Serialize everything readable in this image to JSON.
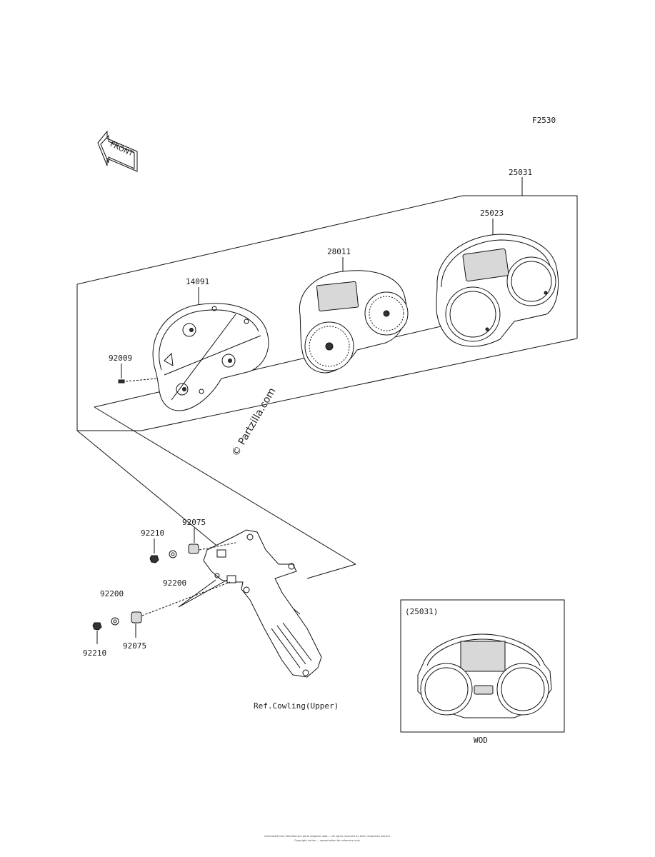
{
  "diagram_code": "F2530",
  "front_label": "FRONT",
  "watermark": "© Partzilla.com",
  "parts": {
    "assembly": "25031",
    "case": "25023",
    "meter_unit": "28011",
    "lower_case": "14091",
    "screw": "92009",
    "nut_a": "92210",
    "collar_a": "92075",
    "damper": "92200",
    "bracket_label": "92200",
    "nut_b": "92210",
    "collar_b": "92075"
  },
  "ref_note": "Ref.Cowling(Upper)",
  "inset": {
    "header": "(25031)",
    "caption": "WOD"
  },
  "footer_lines": [
    "Generated from Partzilla.com parts diagram data — all rights reserved by their respective owners",
    "Copyright notice — reproduction for reference only"
  ]
}
